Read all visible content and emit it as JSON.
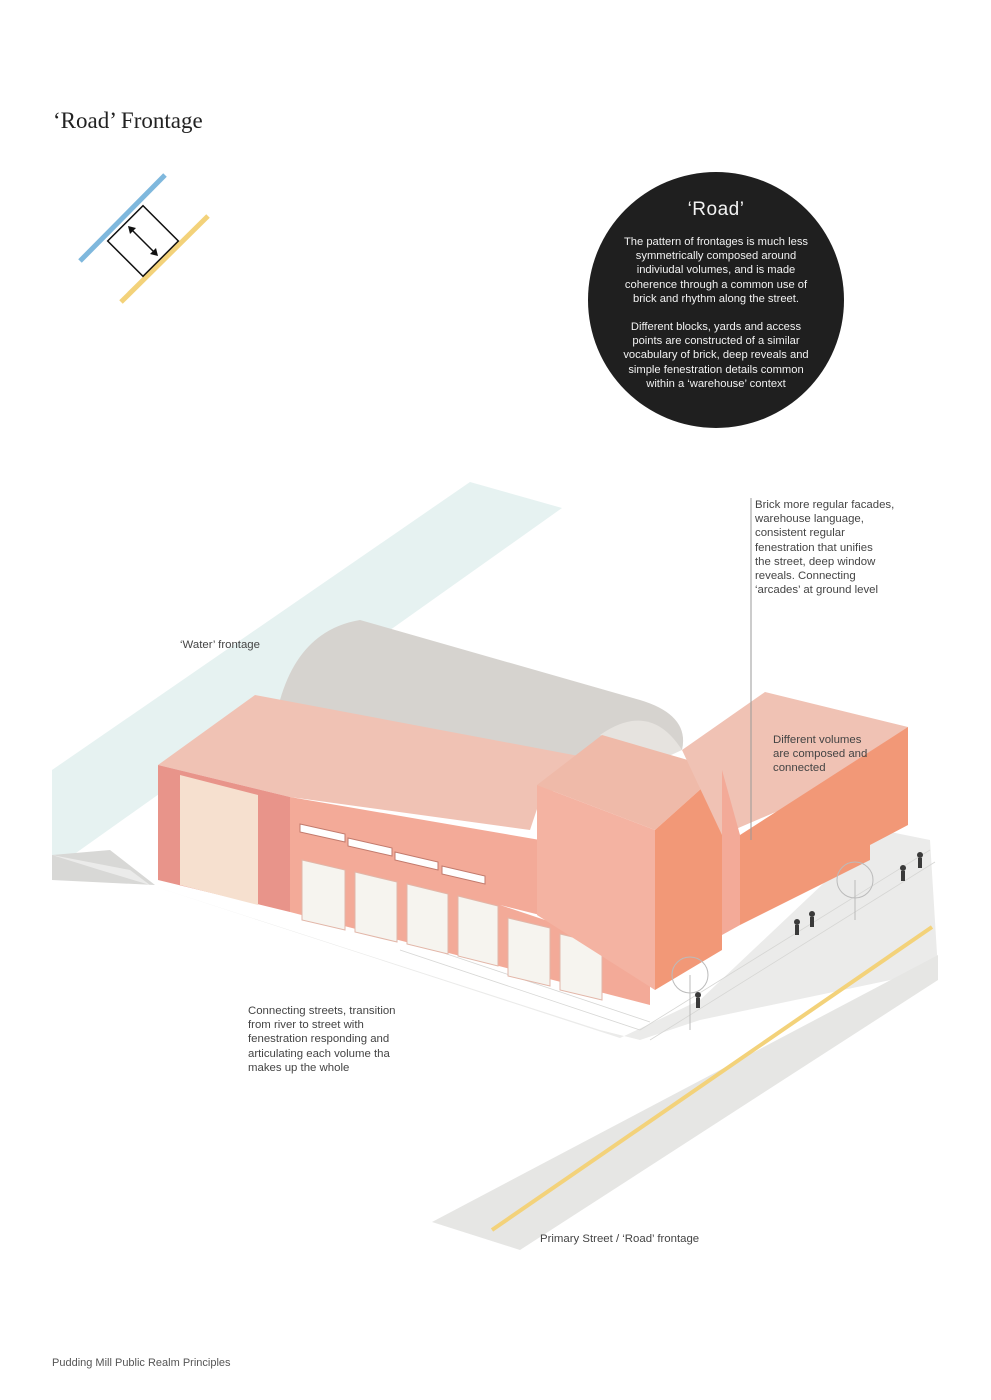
{
  "page": {
    "title": "‘Road’ Frontage",
    "footer": "Pudding Mill Public Realm Principles"
  },
  "key_diagram": {
    "colors": {
      "water": "#7fb8dd",
      "road": "#f3d27a",
      "outline": "#111111"
    },
    "icons": [
      "double-arrow-icon"
    ]
  },
  "info_circle": {
    "title": "‘Road’",
    "paragraphs": [
      "The pattern of frontages is much less symmetrically composed around indiviudal volumes, and is made coherence through a common use of brick and rhythm along the street.",
      "Different blocks, yards and access points are constructed of a similar vocabulary of brick, deep reveals and simple fenestration details common within a ‘warehouse’ context"
    ],
    "background": "#1f1f1f"
  },
  "annotations": {
    "water_frontage": "‘Water’ frontage",
    "facades": "Brick more regular facades,\nwarehouse language,\nconsistent regular\nfenestration that unifies\nthe street, deep window\nreveals. Connecting\n‘arcades’ at ground level",
    "volumes": "Different volumes\nare composed and\nconnected",
    "connecting_streets": "Connecting streets, transition\nfrom river to street with\nfenestration responding and\narticulating each volume tha\nmakes up the whole",
    "primary_street": "Primary Street / ‘Road’ frontage"
  },
  "palette": {
    "brick_top": "#f0c2b4",
    "brick_front": "#f3a890",
    "brick_side": "#e88c76",
    "water": "#e6f2f1",
    "pavement": "#e9e9e7",
    "barrel_roof": "#d6d3cf",
    "road_line": "#f3d27a"
  }
}
